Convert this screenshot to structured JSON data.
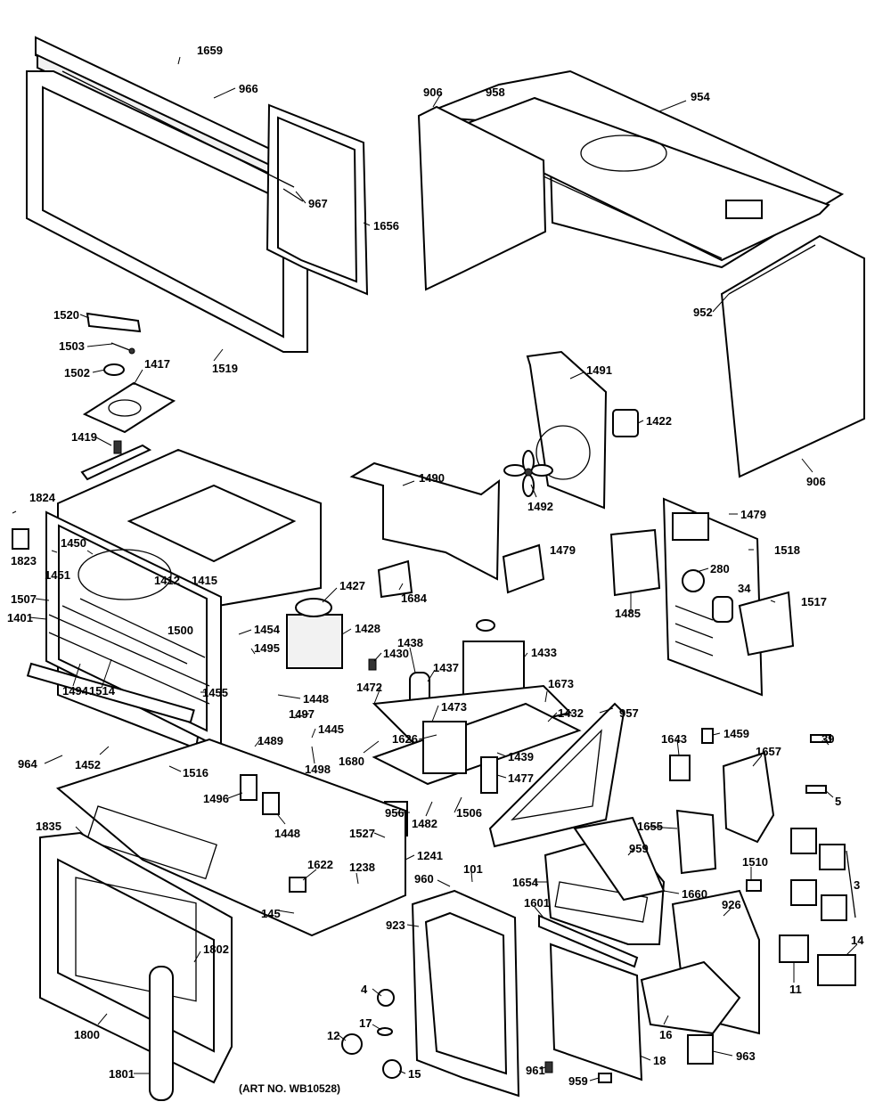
{
  "art_number": "(ART NO. WB10528)",
  "labels": {
    "l1659": "1659",
    "l966": "966",
    "l967": "967",
    "l1656": "1656",
    "l1519": "1519",
    "l906a": "906",
    "l958": "958",
    "l954": "954",
    "l952": "952",
    "l906b": "906",
    "l1520": "1520",
    "l1503": "1503",
    "l1502": "1502",
    "l1417": "1417",
    "l1419": "1419",
    "l1491": "1491",
    "l1422": "1422",
    "l1490": "1490",
    "l1492": "1492",
    "l1479a": "1479",
    "l1479b": "1479",
    "l1518": "1518",
    "l280": "280",
    "l34": "34",
    "l1517": "1517",
    "l1485": "1485",
    "l1684": "1684",
    "l1824": "1824",
    "l1823": "1823",
    "l1450": "1450",
    "l1451": "1451",
    "l1507": "1507",
    "l1401": "1401",
    "l1412": "1412",
    "l1415": "1415",
    "l1500": "1500",
    "l1427": "1427",
    "l1428": "1428",
    "l1454": "1454",
    "l1495": "1495",
    "l1430": "1430",
    "l1438": "1438",
    "l1437": "1437",
    "l1433": "1433",
    "l1673": "1673",
    "l1494": "1494",
    "l1514": "1514",
    "l1455": "1455",
    "l1448a": "1448",
    "l1472": "1472",
    "l1473": "1473",
    "l1432": "1432",
    "l957": "957",
    "l1497": "1497",
    "l1445": "1445",
    "l1626": "1626",
    "l1489": "1489",
    "l1680": "1680",
    "l1439": "1439",
    "l1477": "1477",
    "l1498": "1498",
    "l964": "964",
    "l1452": "1452",
    "l1516": "1516",
    "l1496": "1496",
    "l1448b": "1448",
    "l956": "956",
    "l1482": "1482",
    "l1506": "1506",
    "l1643": "1643",
    "l1459": "1459",
    "l1657": "1657",
    "l39": "39",
    "l5": "5",
    "l1655": "1655",
    "l1835": "1835",
    "l1527": "1527",
    "l1241": "1241",
    "l959a": "959",
    "l1622": "1622",
    "l1238": "1238",
    "l960": "960",
    "l101": "101",
    "l1654": "1654",
    "l1660": "1660",
    "l1510": "1510",
    "l3": "3",
    "l145": "145",
    "l923": "923",
    "l1601": "1601",
    "l926": "926",
    "l1802": "1802",
    "l14": "14",
    "l4": "4",
    "l11": "11",
    "l17": "17",
    "l16": "16",
    "l1800": "1800",
    "l12": "12",
    "l963": "963",
    "l18": "18",
    "l1801": "1801",
    "l15": "15",
    "l961": "961",
    "l959b": "959"
  }
}
